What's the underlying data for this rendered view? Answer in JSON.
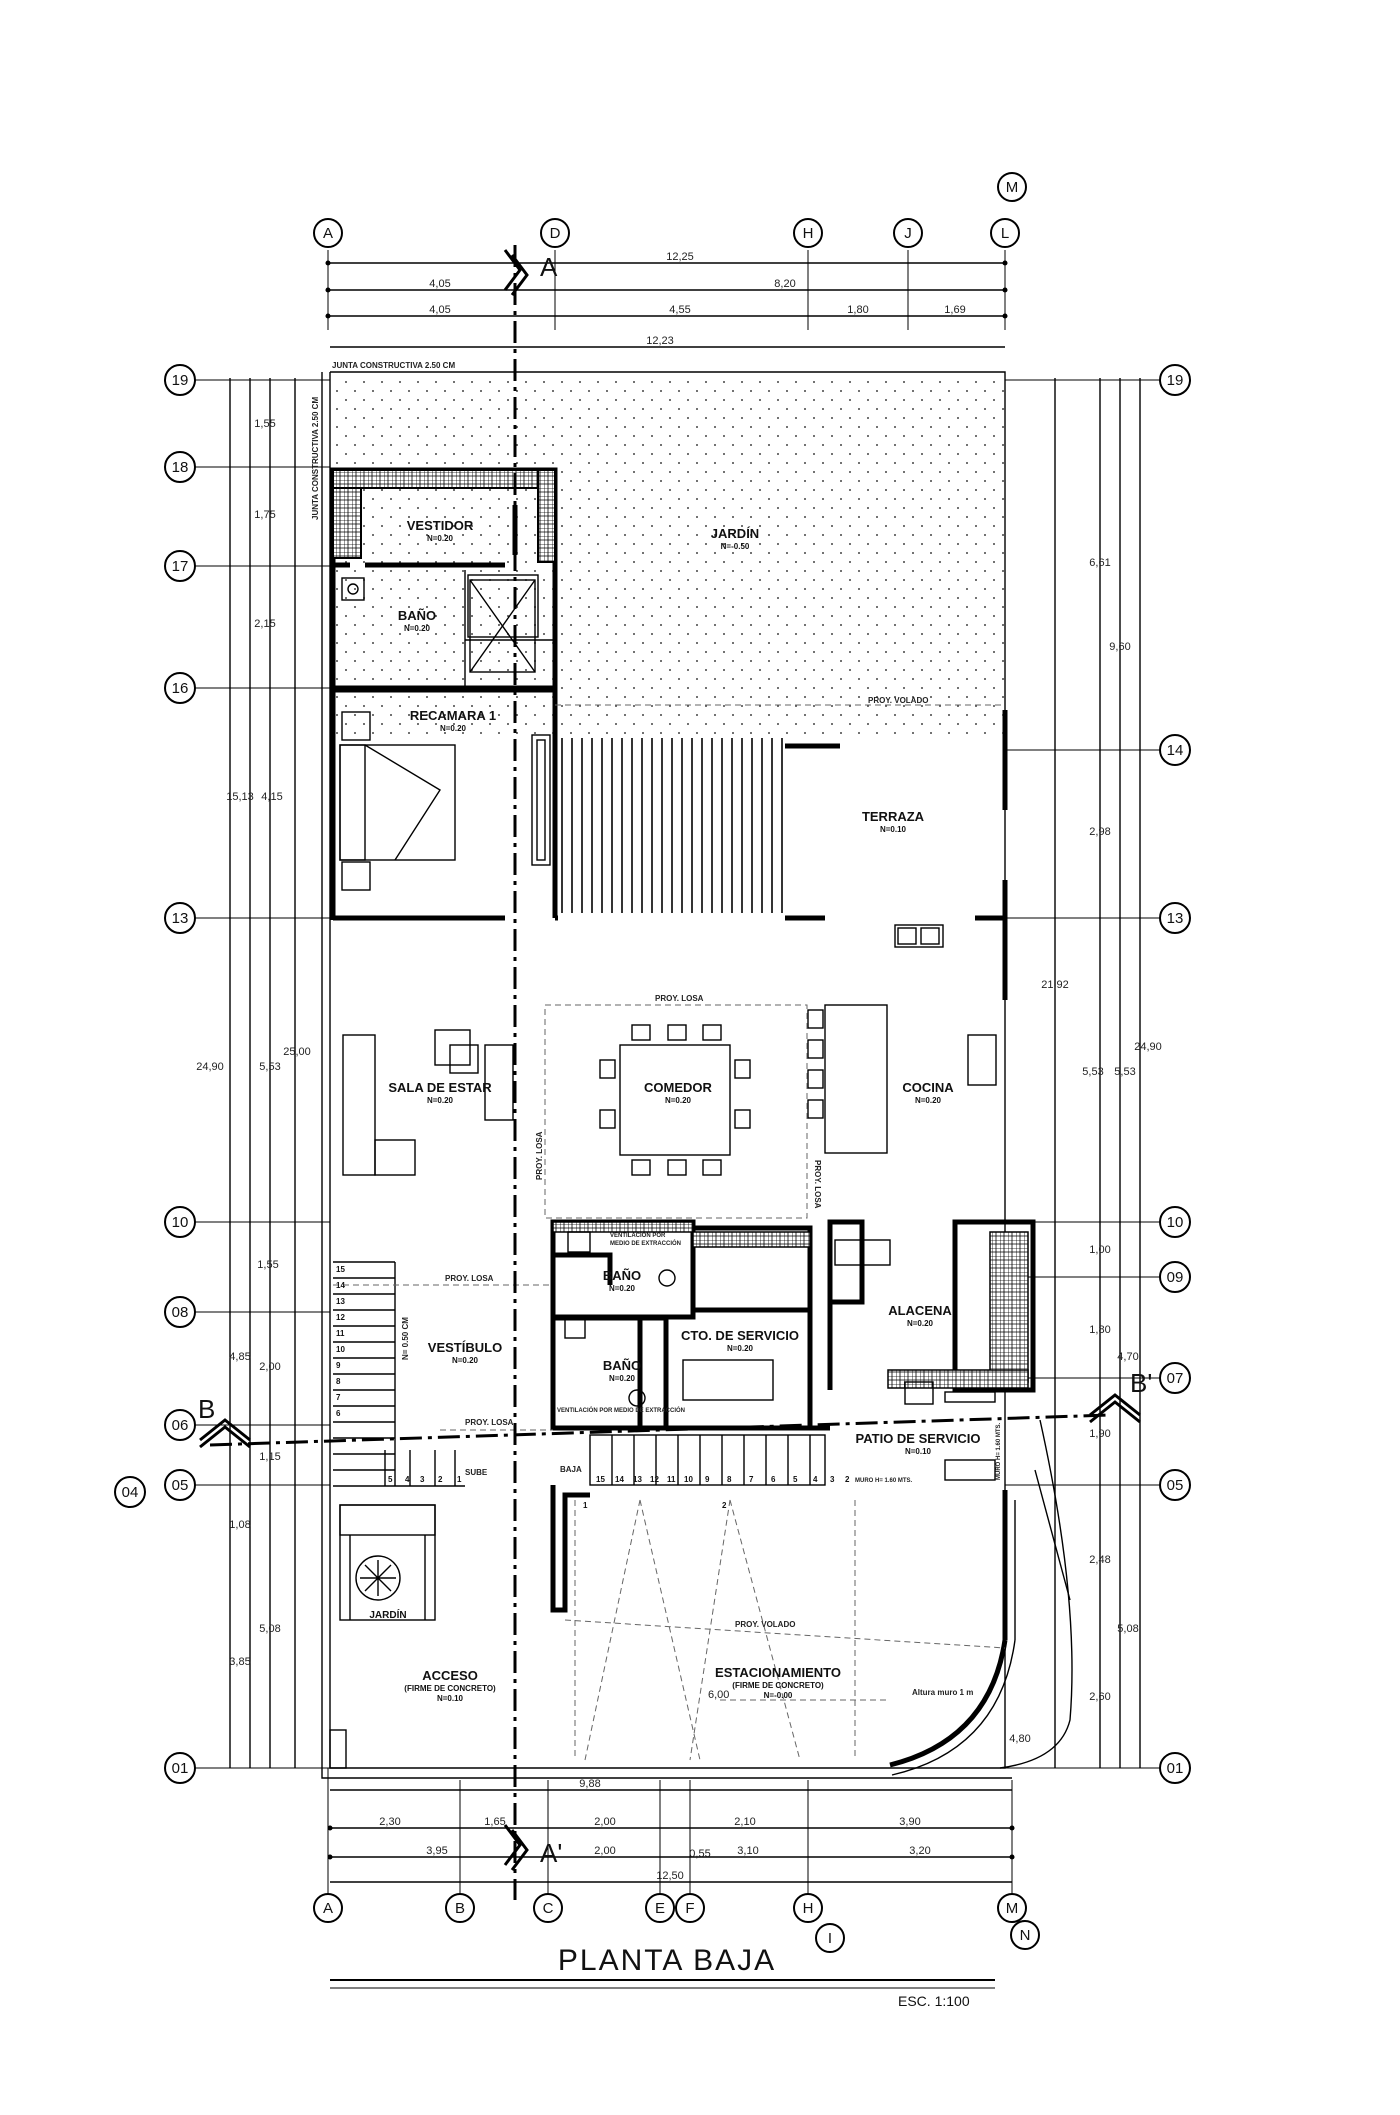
{
  "drawing": {
    "title": "PLANTA BAJA",
    "scale": "ESC. 1:100"
  },
  "grid_axes": {
    "top": [
      "A",
      "D",
      "H",
      "J",
      "L",
      "M"
    ],
    "bottom": [
      "A",
      "B",
      "C",
      "E",
      "F",
      "H",
      "I",
      "M",
      "N"
    ],
    "left": [
      "19",
      "18",
      "17",
      "16",
      "13",
      "10",
      "08",
      "06",
      "05",
      "04",
      "01"
    ],
    "right": [
      "19",
      "14",
      "13",
      "10",
      "09",
      "07",
      "05",
      "01"
    ]
  },
  "sections": {
    "a_top": "A",
    "a_bottom": "A'",
    "b_left": "B",
    "b_right": "B'"
  },
  "dimensions": {
    "top": [
      "12,25",
      "4,05",
      "8,20",
      "4,05",
      "4,55",
      "1,80",
      "1,69",
      "12,23"
    ],
    "bottom": [
      "9,88",
      "2,30",
      "1,65",
      "2,00",
      "2,10",
      "3,90",
      "3,95",
      "2,00",
      "0,55",
      "3,10",
      "3,20",
      "12,50"
    ],
    "left": [
      "1,55",
      "1,75",
      "2,15",
      "4,15",
      "15,13",
      "24,90",
      "25,00",
      "5,53",
      "1,55",
      "2,00",
      "4,85",
      "1,15",
      "1,08",
      "5,08",
      "3,85"
    ],
    "right": [
      "6,61",
      "9,60",
      "2,98",
      "21,92",
      "5,53",
      "5,53",
      "24,90",
      "1,00",
      "1,80",
      "4,70",
      "1,90",
      "2,48",
      "5,08",
      "2,60",
      "4,80"
    ]
  },
  "rooms": [
    {
      "name": "VESTIDOR",
      "level": "N=0.20"
    },
    {
      "name": "BAÑO",
      "level": "N=0.20"
    },
    {
      "name": "RECAMARA 1",
      "level": "N=0.20"
    },
    {
      "name": "JARDÍN",
      "level": "N=-0.50"
    },
    {
      "name": "TERRAZA",
      "level": "N=0.10"
    },
    {
      "name": "SALA DE ESTAR",
      "level": "N=0.20"
    },
    {
      "name": "COMEDOR",
      "level": "N=0.20"
    },
    {
      "name": "COCINA",
      "level": "N=0.20"
    },
    {
      "name": "BAÑO",
      "level": "N=0.20"
    },
    {
      "name": "VESTÍBULO",
      "level": "N=0.20"
    },
    {
      "name": "BAÑO",
      "level": "N=0.20"
    },
    {
      "name": "CTO. DE SERVICIO",
      "level": "N=0.20"
    },
    {
      "name": "ALACENA",
      "level": "N=0.20"
    },
    {
      "name": "PATIO DE SERVICIO",
      "level": "N=0.10"
    },
    {
      "name": "ACCESO",
      "sub": "(FIRME DE CONCRETO)",
      "level": "N=0.10"
    },
    {
      "name": "ESTACIONAMIENTO",
      "sub": "(FIRME DE CONCRETO)",
      "level": "N=-0.00"
    },
    {
      "name": "JARDÍN"
    }
  ],
  "notes": {
    "junta_h": "JUNTA CONSTRUCTIVA 2.50 CM",
    "junta_v": "JUNTA CONSTRUCTIVA 2.50 CM",
    "proy_volado_1": "PROY. VOLADO",
    "proy_volado_2": "PROY. VOLADO",
    "proy_losa_1": "PROY. LOSA",
    "proy_losa_2": "PROY. LOSA",
    "proy_losa_3": "PROY. LOSA",
    "proy_losa_4": "PROY. LOSA",
    "proy_losa_5": "PROY. LOSA",
    "ventilacion_1": "VENTILACIÓN POR",
    "ventilacion_1b": "MEDIO DE EXTRACCIÓN",
    "ventilacion_2": "VENTILACIÓN POR MEDIO DE EXTRACCIÓN",
    "sube": "SUBE",
    "baja": "BAJA",
    "n050": "N= 0.50 CM",
    "muro_h": "MURO H= 1.60 MTS.",
    "muro_v": "MURO H= 1.60 MTS.",
    "altura_muro": "Altura muro 1 m",
    "dim_600": "6,00"
  },
  "stairs": {
    "vestibulo": [
      "15",
      "14",
      "13",
      "12",
      "11",
      "10",
      "9",
      "8",
      "7",
      "6",
      "5",
      "4",
      "3",
      "2",
      "1"
    ],
    "service": [
      "15",
      "14",
      "13",
      "12",
      "11",
      "10",
      "9",
      "8",
      "7",
      "6",
      "5",
      "4",
      "3",
      "2"
    ],
    "parking_marks": [
      "1",
      "2"
    ]
  }
}
